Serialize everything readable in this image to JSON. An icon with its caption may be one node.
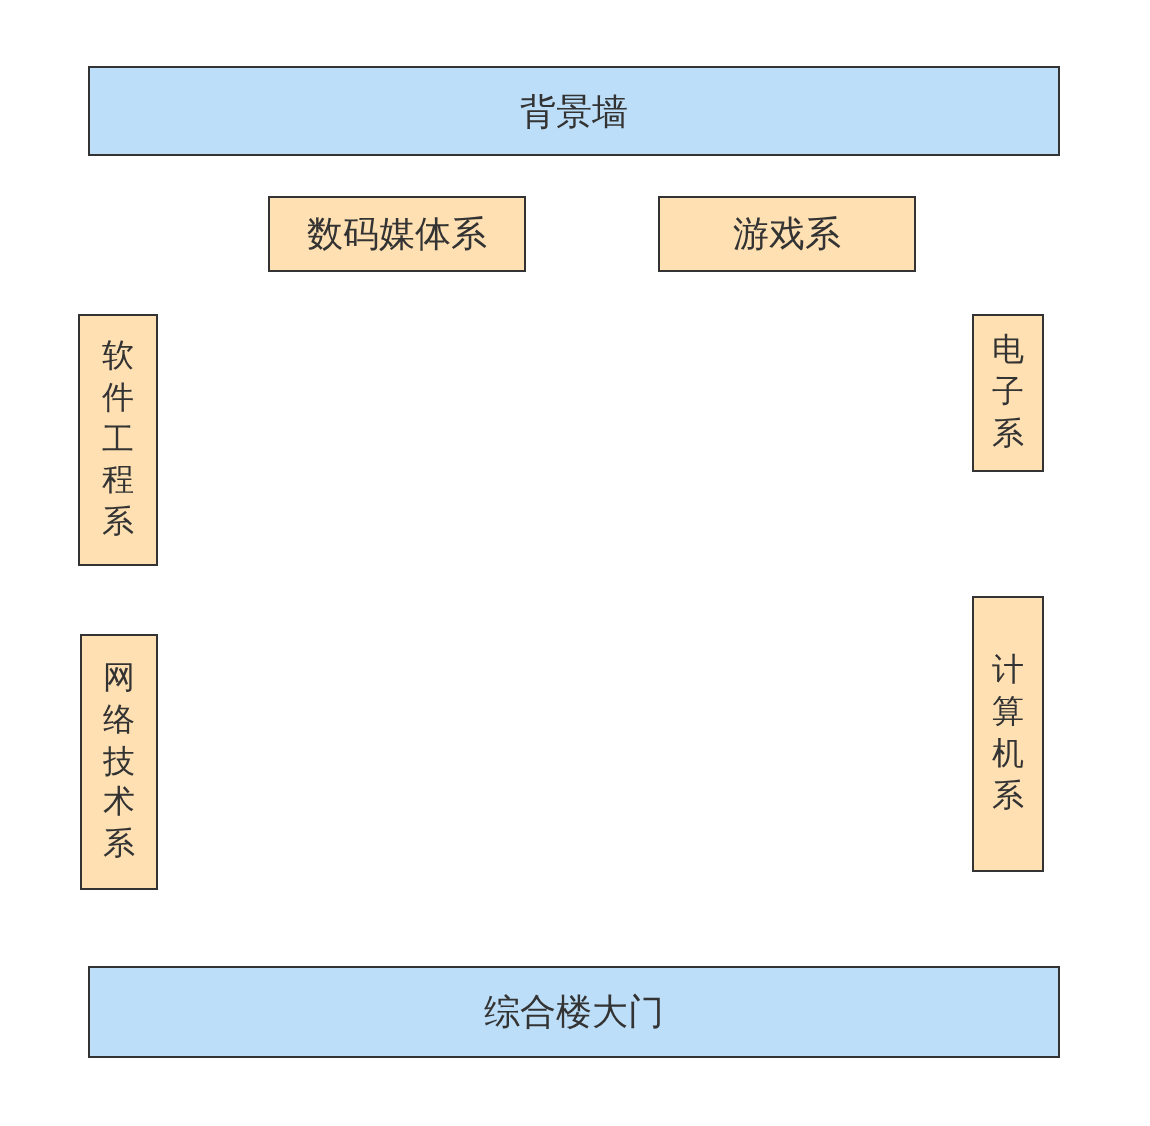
{
  "diagram": {
    "nodes": [
      {
        "text": [
          "背景墙"
        ]
      },
      {
        "text": [
          "数码媒体系"
        ]
      },
      {
        "text": [
          "游戏系"
        ]
      },
      {
        "text": [
          "软件工程系"
        ]
      },
      {
        "text": [
          "电子系"
        ]
      },
      {
        "text": [
          "网络技术系"
        ]
      },
      {
        "text": [
          "计算机系"
        ]
      },
      {
        "text": [
          "综合楼大门"
        ]
      }
    ]
  }
}
